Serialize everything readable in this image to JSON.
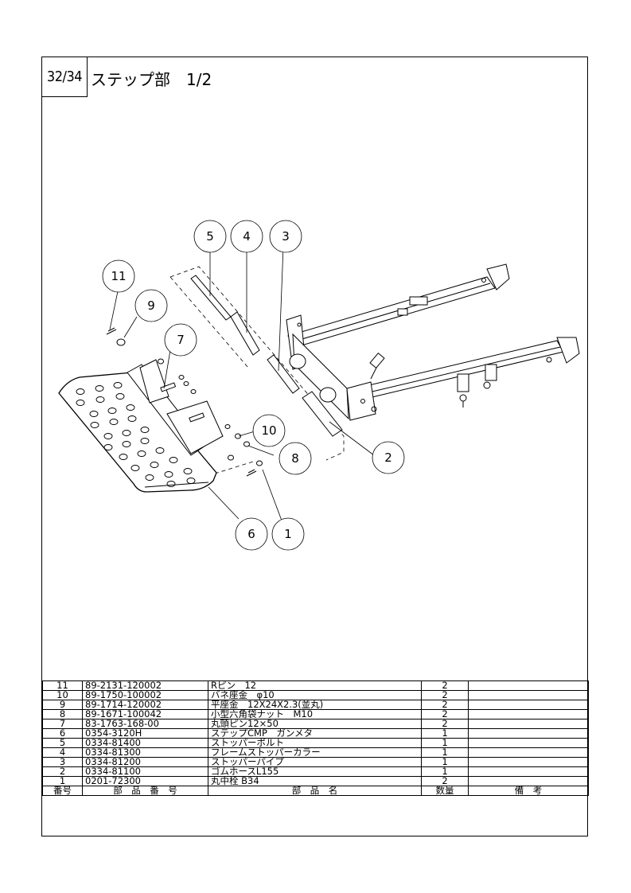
{
  "header": {
    "page_number": "32/34",
    "title": "ステップ部　1/2"
  },
  "diagram": {
    "callouts": [
      "1",
      "2",
      "3",
      "4",
      "5",
      "6",
      "7",
      "8",
      "9",
      "10",
      "11"
    ]
  },
  "parts_table": {
    "columns": [
      "番号",
      "部　品　番　号",
      "部　品　名",
      "数量",
      "備　考"
    ],
    "rows": [
      {
        "no": "11",
        "part_number": "89-2131-120002",
        "name": "Rピン　12",
        "qty": "2",
        "remarks": ""
      },
      {
        "no": "10",
        "part_number": "89-1750-100002",
        "name": "バネ座金　φ10",
        "qty": "2",
        "remarks": ""
      },
      {
        "no": "9",
        "part_number": "89-1714-120002",
        "name": "平座金　12X24X2.3(並丸)",
        "qty": "2",
        "remarks": ""
      },
      {
        "no": "8",
        "part_number": "89-1671-100042",
        "name": "小型六角袋ナット　M10",
        "qty": "2",
        "remarks": ""
      },
      {
        "no": "7",
        "part_number": "83-1763-168-00",
        "name": "丸頭ピン12×50",
        "qty": "2",
        "remarks": ""
      },
      {
        "no": "6",
        "part_number": "0354-3120H",
        "name": "ステップCMP　ガンメタ",
        "qty": "1",
        "remarks": ""
      },
      {
        "no": "5",
        "part_number": "0334-81400",
        "name": "ストッパーボルト",
        "qty": "1",
        "remarks": ""
      },
      {
        "no": "4",
        "part_number": "0334-81300",
        "name": "フレームストッパーカラー",
        "qty": "1",
        "remarks": ""
      },
      {
        "no": "3",
        "part_number": "0334-81200",
        "name": "ストッパーパイプ",
        "qty": "1",
        "remarks": ""
      },
      {
        "no": "2",
        "part_number": "0334-81100",
        "name": "ゴムホースL155",
        "qty": "1",
        "remarks": ""
      },
      {
        "no": "1",
        "part_number": "0201-72300",
        "name": "丸中栓 B34",
        "qty": "2",
        "remarks": ""
      }
    ]
  }
}
